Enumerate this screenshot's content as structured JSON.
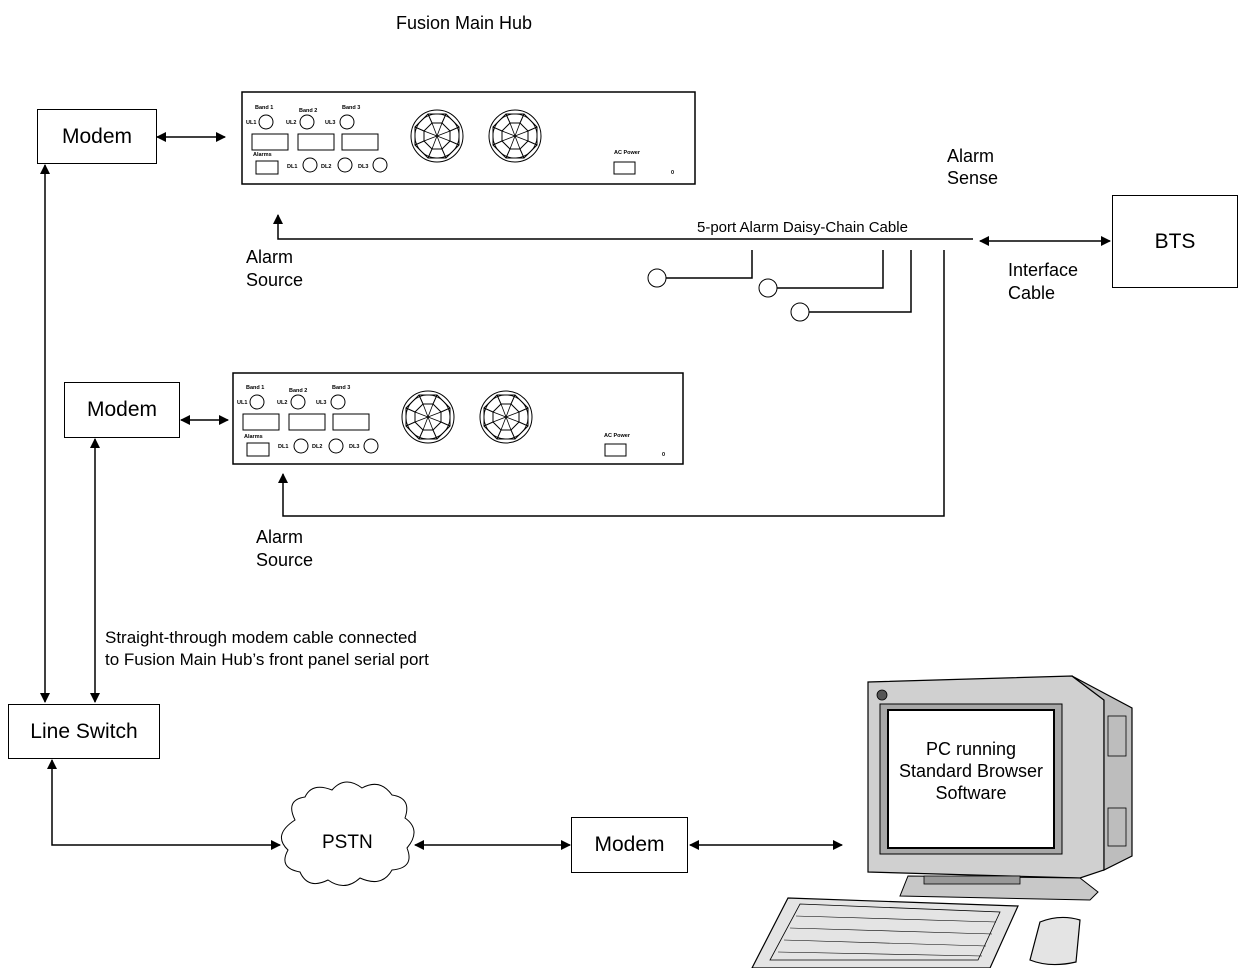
{
  "title": "Fusion Main Hub",
  "nodes": {
    "modem_top": "Modem",
    "modem_mid": "Modem",
    "modem_bottom": "Modem",
    "bts": "BTS",
    "line_switch": "Line Switch",
    "pstn": "PSTN"
  },
  "labels": {
    "alarm_sense": [
      "Alarm",
      "Sense"
    ],
    "alarm_source_top": [
      "Alarm",
      "Source"
    ],
    "alarm_source_bottom": [
      "Alarm",
      "Source"
    ],
    "daisy_chain": "5-port Alarm Daisy-Chain Cable",
    "interface_cable": [
      "Interface",
      "Cable"
    ],
    "modem_cable": [
      "Straight-through modem cable connected",
      "to Fusion Main Hub’s front panel serial port"
    ],
    "pc_screen": [
      "PC running",
      "Standard Browser",
      "Software"
    ]
  },
  "hub_panel": {
    "bands": [
      "Band 1",
      "Band 2",
      "Band 3"
    ],
    "uplinks": [
      "UL1",
      "UL2",
      "UL3"
    ],
    "downlinks": [
      "DL1",
      "DL2",
      "DL3"
    ],
    "alarms": "Alarms",
    "ac_power": "AC Power",
    "power_indicator": "0"
  }
}
